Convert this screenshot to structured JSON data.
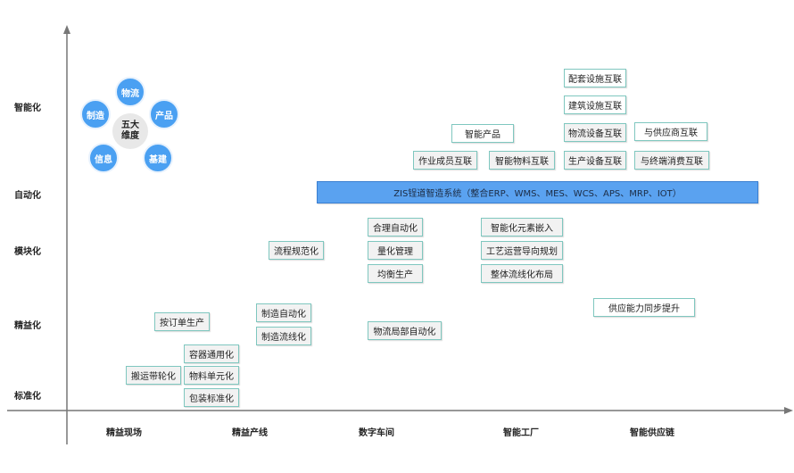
{
  "axes": {
    "y_levels": [
      "智能化",
      "自动化",
      "模块化",
      "精益化",
      "标准化"
    ],
    "x_stages": [
      "精益现场",
      "精益产线",
      "数字车间",
      "智能工厂",
      "智能供应链"
    ]
  },
  "five_dimensions": {
    "center": "五大维度",
    "petals": [
      "物流",
      "产品",
      "基建",
      "信息",
      "制造"
    ]
  },
  "boxes": {
    "peidao": "配套设施互联",
    "jianzhu": "建筑设施互联",
    "wuliu_shebei": "物流设备互联",
    "gongyingshang": "与供应商互联",
    "zhineng_chanpin": "智能产品",
    "zuoye": "作业成员互联",
    "zhineng_wuliao": "智能物料互联",
    "shengchan_shebei": "生产设备互联",
    "zhongduan": "与终端消费互联",
    "zis": "ZIS锃道智造系统（整合ERP、WMS、MES、WCS、APS、MRP、IOT）",
    "heli": "合理自动化",
    "lianghua": "量化管理",
    "junheng": "均衡生产",
    "zhinenghua_yuansu": "智能化元素嵌入",
    "gongyi": "工艺运营导向规划",
    "zhengti": "整体流线化布局",
    "liucheng": "流程规范化",
    "zhizao_zidong": "制造自动化",
    "zhizao_liuxian": "制造流线化",
    "wuliu_jubu": "物流局部自动化",
    "gongying_tongbu": "供应能力同步提升",
    "andingdan": "按订单生产",
    "rongqi": "容器通用化",
    "banyun": "搬运带轮化",
    "wuliao_danyuan": "物料单元化",
    "baozhuang": "包装标准化"
  },
  "colors": {
    "axis": "#777777",
    "box_border": "#7fc7bf",
    "box_fill": "#f2f2f2",
    "zis_fill": "#5aa2f0",
    "petal_fill": "#4aa0f2"
  }
}
